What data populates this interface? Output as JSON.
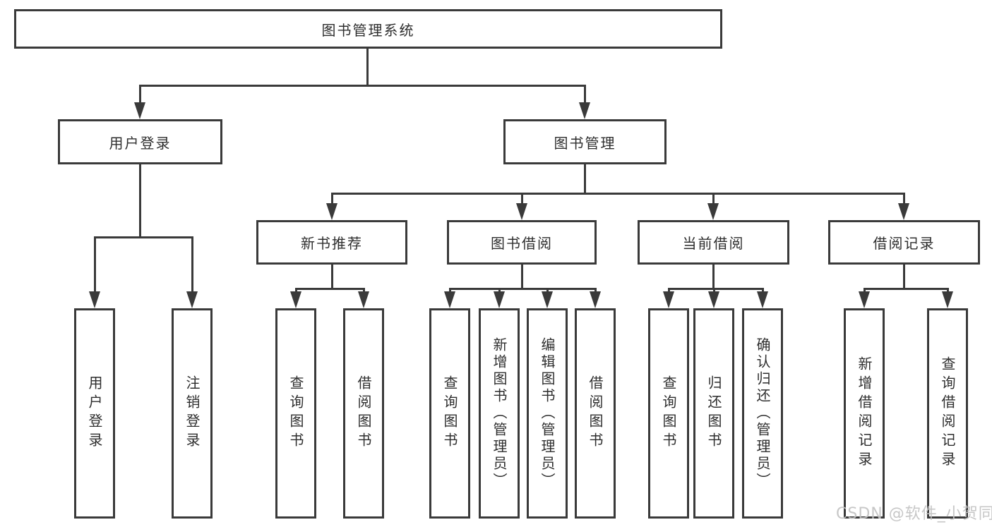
{
  "nodes": {
    "root": "图书管理系统",
    "user_login": "用户登录",
    "book_manage": "图书管理",
    "new_book": "新书推荐",
    "book_borrow": "图书借阅",
    "current_borrow": "当前借阅",
    "borrow_record": "借阅记录",
    "user_login_children": [
      "用户登录",
      "注销登录"
    ],
    "new_book_children": [
      "查询图书",
      "借阅图书"
    ],
    "book_borrow_children": [
      "查询图书",
      "新增图书（管理员）",
      "编辑图书（管理员）",
      "借阅图书"
    ],
    "current_borrow_children": [
      "查询图书",
      "归还图书",
      "确认归还（管理员）"
    ],
    "borrow_record_children": [
      "新增借阅记录",
      "查询借阅记录"
    ]
  },
  "watermark": "CSDN @软件_小贺同学",
  "colors": {
    "line": "#3a3a3a",
    "text": "#2e2e2e",
    "watermark": "#c3c3c3",
    "background": "#ffffff"
  }
}
